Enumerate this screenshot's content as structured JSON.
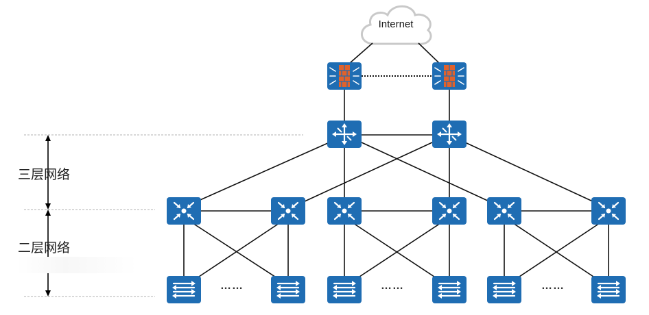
{
  "cloud": {
    "label": "Internet"
  },
  "layers": {
    "layer3_label": "三层网络",
    "layer2_label": "二层网络"
  },
  "ellipsis": [
    "……",
    "……",
    "……"
  ],
  "colors": {
    "device_blue": "#1f6db3",
    "firewall_orange": "#e0622c",
    "link": "#111111",
    "guide": "#b0b0b0"
  },
  "devices": {
    "firewalls": 2,
    "core_routers": 2,
    "aggregation_switches": 6,
    "access_switches": 6
  }
}
